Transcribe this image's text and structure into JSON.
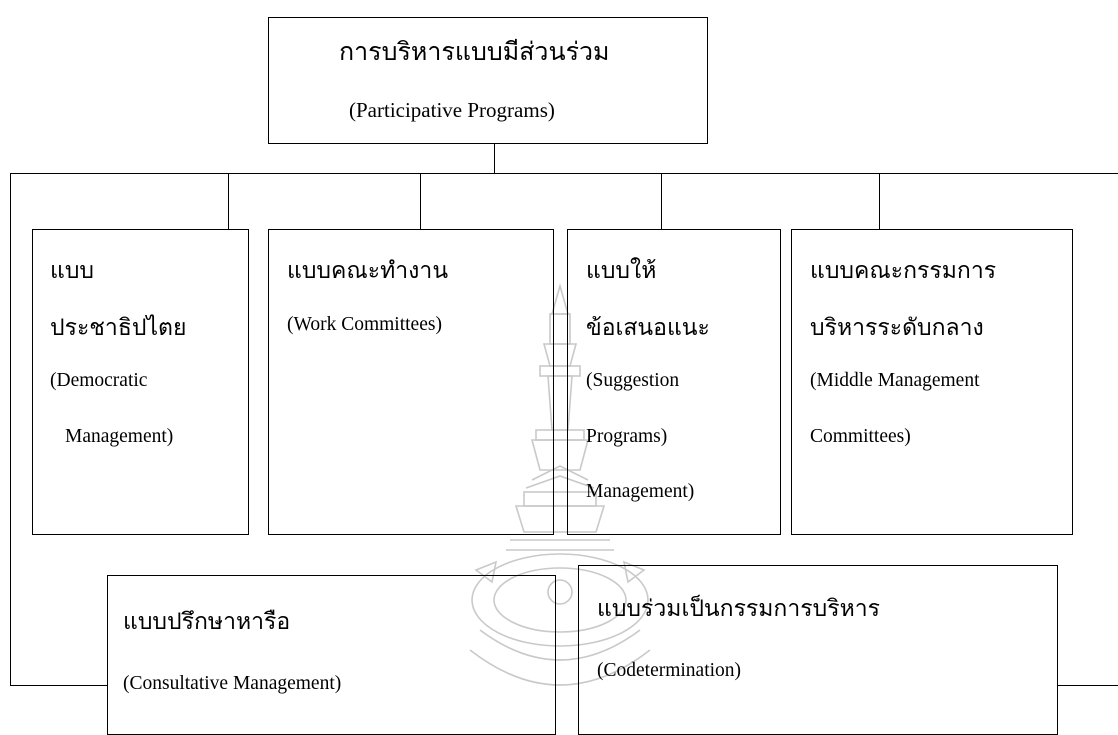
{
  "root": {
    "title_th": "การบริหารแบบมีส่วนร่วม",
    "title_en": "(Participative Programs)"
  },
  "boxes": {
    "democratic": [
      "แบบ",
      "ประชาธิปไตย",
      "(Democratic",
      "Management)"
    ],
    "work": [
      "แบบคณะทำงาน",
      "(Work Committees)"
    ],
    "suggestion": [
      "แบบให้",
      "ข้อเสนอแนะ",
      "(Suggestion",
      "Programs)",
      "Management)"
    ],
    "middle": [
      "แบบคณะกรรมการ",
      "บริหารระดับกลาง",
      "(Middle Management",
      "Committees)"
    ],
    "consultative": [
      "แบบปรึกษาหารือ",
      "(Consultative Management)"
    ],
    "codetermination": [
      "แบบร่วมเป็นกรรมการบริหาร",
      "(Codetermination)"
    ]
  },
  "colors": {
    "line": "#000000",
    "watermark": "#c9c9c9"
  }
}
